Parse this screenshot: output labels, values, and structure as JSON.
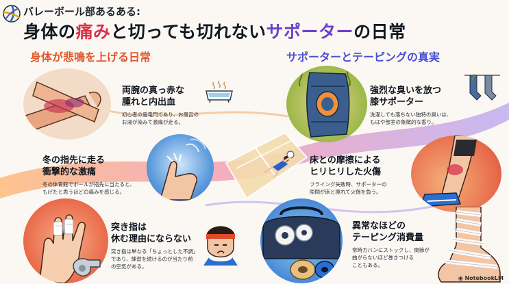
{
  "header": {
    "subtitle": "バレーボール部あるある:",
    "title_part1": "身体の",
    "title_hl1": "痛み",
    "title_part2": "と切っても切れない",
    "title_hl2": "サポーター",
    "title_part3": "の日常"
  },
  "sections": {
    "left": "身体が悲鳴を上げる日常",
    "right": "サポーターとテーピングの真実"
  },
  "items": [
    {
      "title_line1": "両腕の真っ赤な",
      "title_line2": "腫れと内出血",
      "desc_line1": "初心者の登竜門であり、お風呂の",
      "desc_line2": "お湯が染みて激痛が走る。"
    },
    {
      "title_line1": "冬の指先に走る",
      "title_line2": "衝撃的な激痛",
      "desc_line1": "冬の体育館でボールが指先に当たると、",
      "desc_line2": "もげたと思うほどの痛みを感じる。"
    },
    {
      "title_line1": "突き指は",
      "title_line2": "休む理由にならない",
      "desc_line1": "突き指は単なる「ちょっとした不調」",
      "desc_line2": "であり、練習を続けるのが当たり前",
      "desc_line3": "の空気がある。"
    },
    {
      "title_line1": "強烈な臭いを放つ",
      "title_line2": "膝サポーター",
      "desc_line1": "洗濯しても落ちない独特の臭いは、",
      "desc_line2": "もはや部室の象徴的な香り。"
    },
    {
      "title_line1": "床との摩擦による",
      "title_line2": "ヒリヒリした火傷",
      "desc_line1": "フライング失敗時、サポーターの",
      "desc_line2": "隙間が床と擦れて火傷を負う。"
    },
    {
      "title_line1": "異常なほどの",
      "title_line2": "テーピング消費量",
      "desc_line1": "常時カバンにストックし、関節が",
      "desc_line2": "曲がらないほど巻きつける",
      "desc_line3": "こともある。"
    }
  ],
  "footer": {
    "brand": "NotebookLM"
  },
  "colors": {
    "accent_red": "#d8324a",
    "accent_purple": "#6a3fd0",
    "accent_orange": "#e0582c",
    "accent_blue": "#4a4fd2"
  }
}
